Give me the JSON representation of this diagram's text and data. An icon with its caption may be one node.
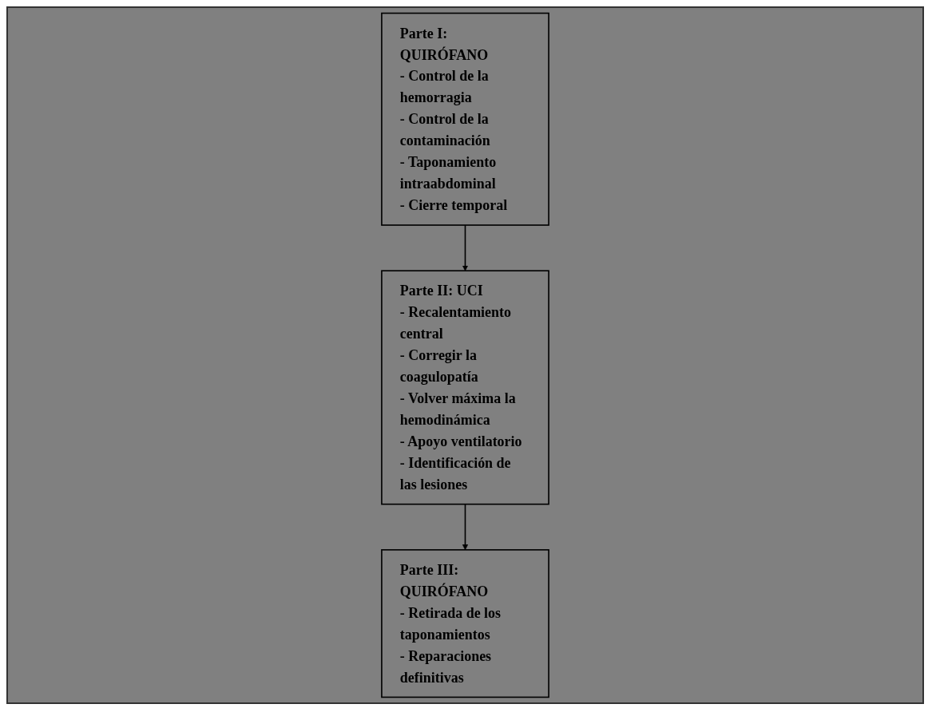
{
  "diagram": {
    "nodes": [
      {
        "text": [
          "Parte I: QUIRÓFANO",
          "- Control de la hemorragia",
          "- Control de la contaminación",
          "- Taponamiento intraabdominal",
          "- Cierre temporal"
        ]
      },
      {
        "text": [
          "Parte II: UCI",
          "- Recalentamiento central",
          "- Corregir la coagulopatía",
          "- Volver máxima la hemodinámica",
          "- Apoyo ventilatorio",
          "- Identificación de las lesiones"
        ]
      },
      {
        "text": [
          "Parte III: QUIRÓFANO",
          "- Retirada de los taponamientos",
          "- Reparaciones definitivas"
        ]
      }
    ],
    "edges": [
      {
        "from": 0,
        "to": 1,
        "arrow": "to"
      },
      {
        "from": 1,
        "to": 2,
        "arrow": "to"
      }
    ]
  }
}
